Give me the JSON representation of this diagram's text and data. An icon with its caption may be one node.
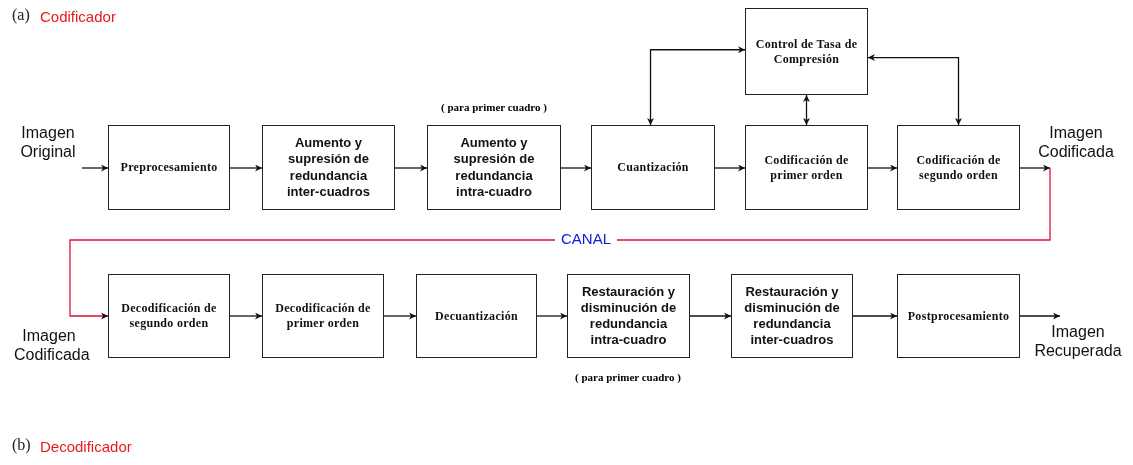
{
  "diagram": {
    "nodes": [
      {
        "text": [
          "Imagen Original"
        ]
      },
      {
        "text": [
          "Preprocesamiento"
        ]
      },
      {
        "text": [
          "Aumento y supresión de redundancia inter-cuadros"
        ]
      },
      {
        "text": [
          "Aumento y supresión de redundancia intra-cuadro"
        ],
        "beside": [
          "( para primer cuadro )"
        ]
      },
      {
        "text": [
          "Cuantización"
        ]
      },
      {
        "text": [
          "Control de Tasa de Compresión"
        ]
      },
      {
        "text": [
          "Codificación de primer orden"
        ]
      },
      {
        "text": [
          "Codificación de segundo orden"
        ]
      },
      {
        "text": [
          "Imagen Codificada"
        ]
      },
      {
        "text": [
          "Decodificación de segundo orden"
        ]
      },
      {
        "text": [
          "Decodificación de primer orden"
        ]
      },
      {
        "text": [
          "Decuantización"
        ]
      },
      {
        "text": [
          "Restauración y disminución de redundancia intra-cuadro"
        ],
        "beside": [
          "( para primer cuadro )"
        ]
      },
      {
        "text": [
          "Restauración y disminución de redundancia inter-cuadros"
        ]
      },
      {
        "text": [
          "Postprocesamiento"
        ]
      },
      {
        "text": [
          "Imagen Recuperada"
        ]
      }
    ],
    "edges": [
      {
        "from": 0,
        "to": 1,
        "arrow": "to"
      },
      {
        "from": 1,
        "to": 2,
        "arrow": "to"
      },
      {
        "from": 2,
        "to": 3,
        "arrow": "to"
      },
      {
        "from": 3,
        "to": 4,
        "arrow": "to"
      },
      {
        "from": 4,
        "to": 6,
        "arrow": "to"
      },
      {
        "from": 6,
        "to": 7,
        "arrow": "to"
      },
      {
        "from": 7,
        "to": 8,
        "arrow": "to"
      },
      {
        "from": 5,
        "to": 4,
        "arrow": "both"
      },
      {
        "from": 5,
        "to": 6,
        "arrow": "both"
      },
      {
        "from": 5,
        "to": 7,
        "arrow": "both"
      },
      {
        "from": 8,
        "to": 9,
        "arrow": "to",
        "label": "CANAL",
        "color": "#e0103c"
      },
      {
        "from": 9,
        "to": 10,
        "arrow": "to"
      },
      {
        "from": 10,
        "to": 11,
        "arrow": "to"
      },
      {
        "from": 11,
        "to": 12,
        "arrow": "to"
      },
      {
        "from": 12,
        "to": 13,
        "arrow": "to"
      },
      {
        "from": 13,
        "to": 14,
        "arrow": "to"
      },
      {
        "from": 14,
        "to": 15,
        "arrow": "to"
      }
    ],
    "labels": [
      "(a)",
      "Codificador",
      "Imagen Codificada",
      "(b)",
      "Decodificador"
    ]
  }
}
